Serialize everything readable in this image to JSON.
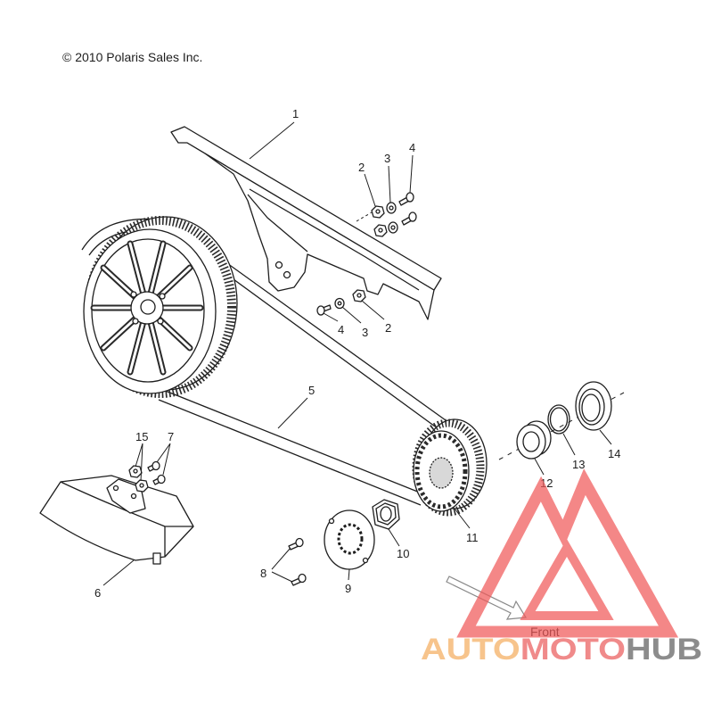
{
  "copyright": "© 2010 Polaris Sales Inc.",
  "callouts": [
    "1",
    "2",
    "3",
    "4",
    "4",
    "3",
    "2",
    "5",
    "15",
    "7",
    "6",
    "8",
    "9",
    "10",
    "11",
    "12",
    "13",
    "14"
  ],
  "front_label": "Front",
  "watermark": {
    "part1": "AUTO",
    "part2": "MOTO",
    "part3": "HUB"
  },
  "colors": {
    "line": "#1e1e1e",
    "watermark_red": "#f05a5a",
    "watermark_orange": "#f7c48c",
    "watermark_pink": "#f08a8a",
    "watermark_gray": "#8c8c8c"
  }
}
